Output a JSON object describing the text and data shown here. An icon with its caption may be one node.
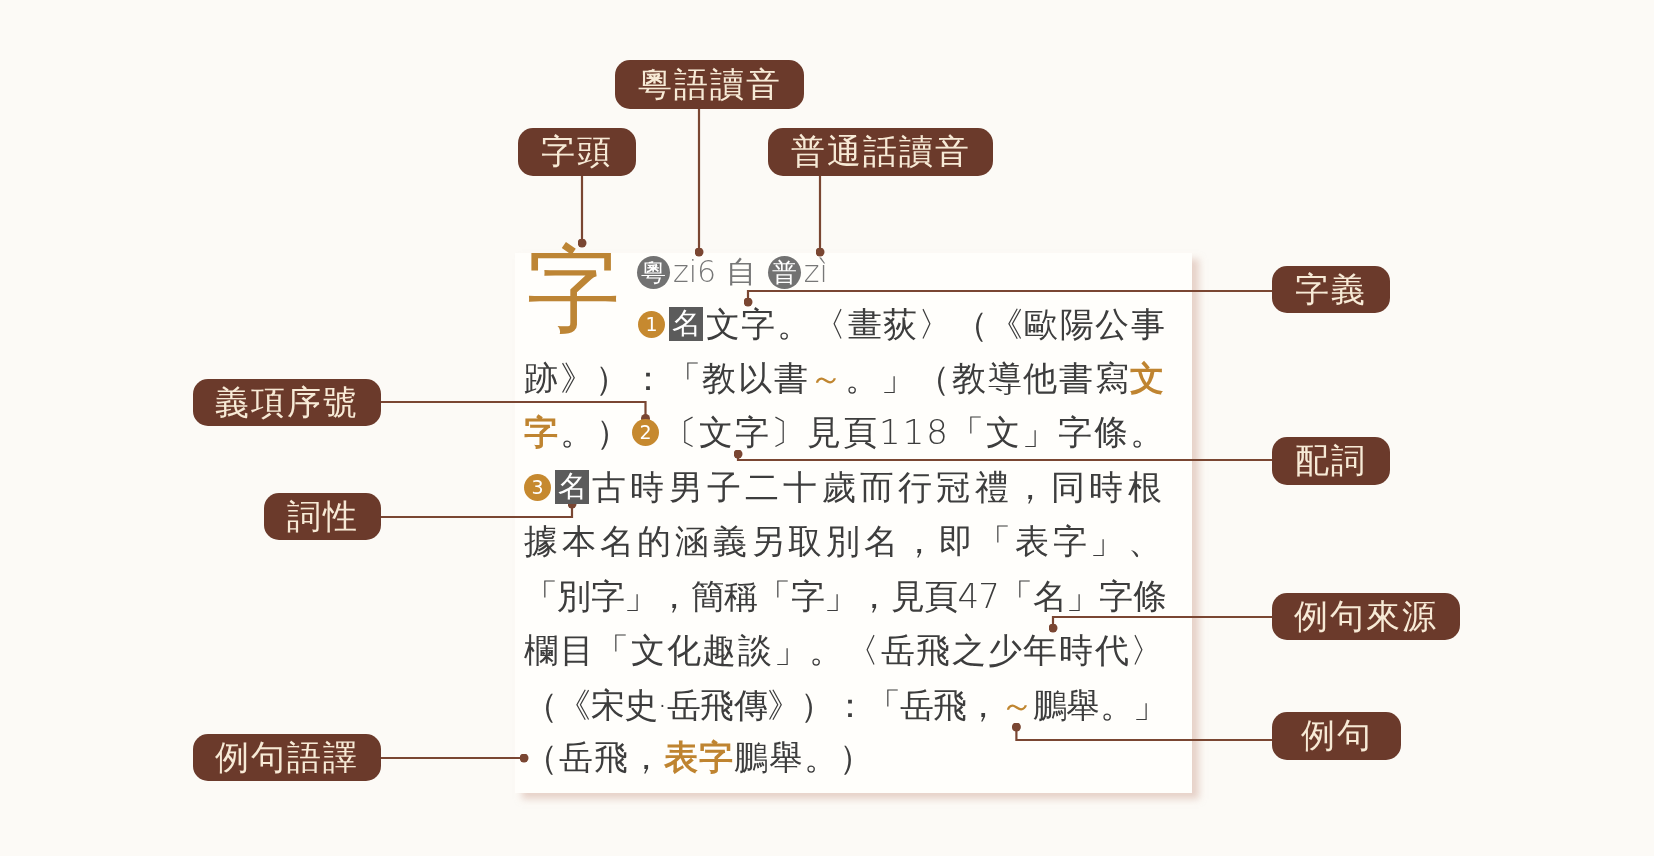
{
  "diagram": {
    "nodes": [
      {
        "text": [
          "粵語讀音"
        ]
      },
      {
        "text": [
          "字頭"
        ]
      },
      {
        "text": [
          "普通話讀音"
        ]
      },
      {
        "text": [
          "字義"
        ]
      },
      {
        "text": [
          "義項序號"
        ]
      },
      {
        "text": [
          "配詞"
        ]
      },
      {
        "text": [
          "詞性"
        ]
      },
      {
        "text": [
          "例句來源"
        ]
      },
      {
        "text": [
          "例句"
        ]
      },
      {
        "text": [
          "例句語譯"
        ]
      },
      {
        "text": [
          "〈畫荻〉（《歐陽公事",
          "跡》）：「教以書",
          "～",
          "。」（教導他書寫",
          "文",
          "字",
          "。）",
          "見頁118「文」字條。",
          "古時男子二十歲而行冠禮，同時根",
          "據本名的涵義另取別名，即「表字」、",
          "「別字」，簡稱「字」，見頁47「名」字條",
          "欄目「文化趣談」。",
          "（《宋史·岳飛傳》）："
        ]
      },
      {
        "text": [
          "字"
        ],
        "in": 10
      },
      {
        "text": [
          "粵"
        ],
        "in": 10
      },
      {
        "text": [
          "zi6 自"
        ],
        "in": 10
      },
      {
        "text": [
          "普"
        ],
        "in": 10
      },
      {
        "text": [
          "zì"
        ],
        "in": 10
      },
      {
        "text": [
          "1"
        ],
        "in": 10
      },
      {
        "text": [
          "名"
        ],
        "in": 10
      },
      {
        "text": [
          "文字。"
        ],
        "in": 10
      },
      {
        "text": [
          "2"
        ],
        "in": 10
      },
      {
        "text": [
          "〔文字〕"
        ],
        "in": 10
      },
      {
        "text": [
          "3"
        ],
        "in": 10
      },
      {
        "text": [
          "名"
        ],
        "in": 10
      },
      {
        "text": [
          "〈岳飛之少年時代〉"
        ],
        "in": 10
      },
      {
        "text": [
          "「岳飛，",
          "～",
          "鵬舉。」"
        ],
        "in": 10
      },
      {
        "text": [
          "（岳飛，",
          "表字",
          "鵬舉。）"
        ],
        "in": 10
      }
    ],
    "edges": [
      {
        "from": 1,
        "to": 11,
        "arrow": "other"
      },
      {
        "from": 0,
        "to": 13,
        "arrow": "other"
      },
      {
        "from": 2,
        "to": 15,
        "arrow": "other"
      },
      {
        "from": 3,
        "to": 18,
        "arrow": "other"
      },
      {
        "from": 4,
        "to": 19,
        "arrow": "other"
      },
      {
        "from": 5,
        "to": 20,
        "arrow": "other"
      },
      {
        "from": 6,
        "to": 22,
        "arrow": "other"
      },
      {
        "from": 7,
        "to": 23,
        "arrow": "other"
      },
      {
        "from": 8,
        "to": 24,
        "arrow": "other"
      },
      {
        "from": 9,
        "to": 25,
        "arrow": "other"
      }
    ]
  }
}
